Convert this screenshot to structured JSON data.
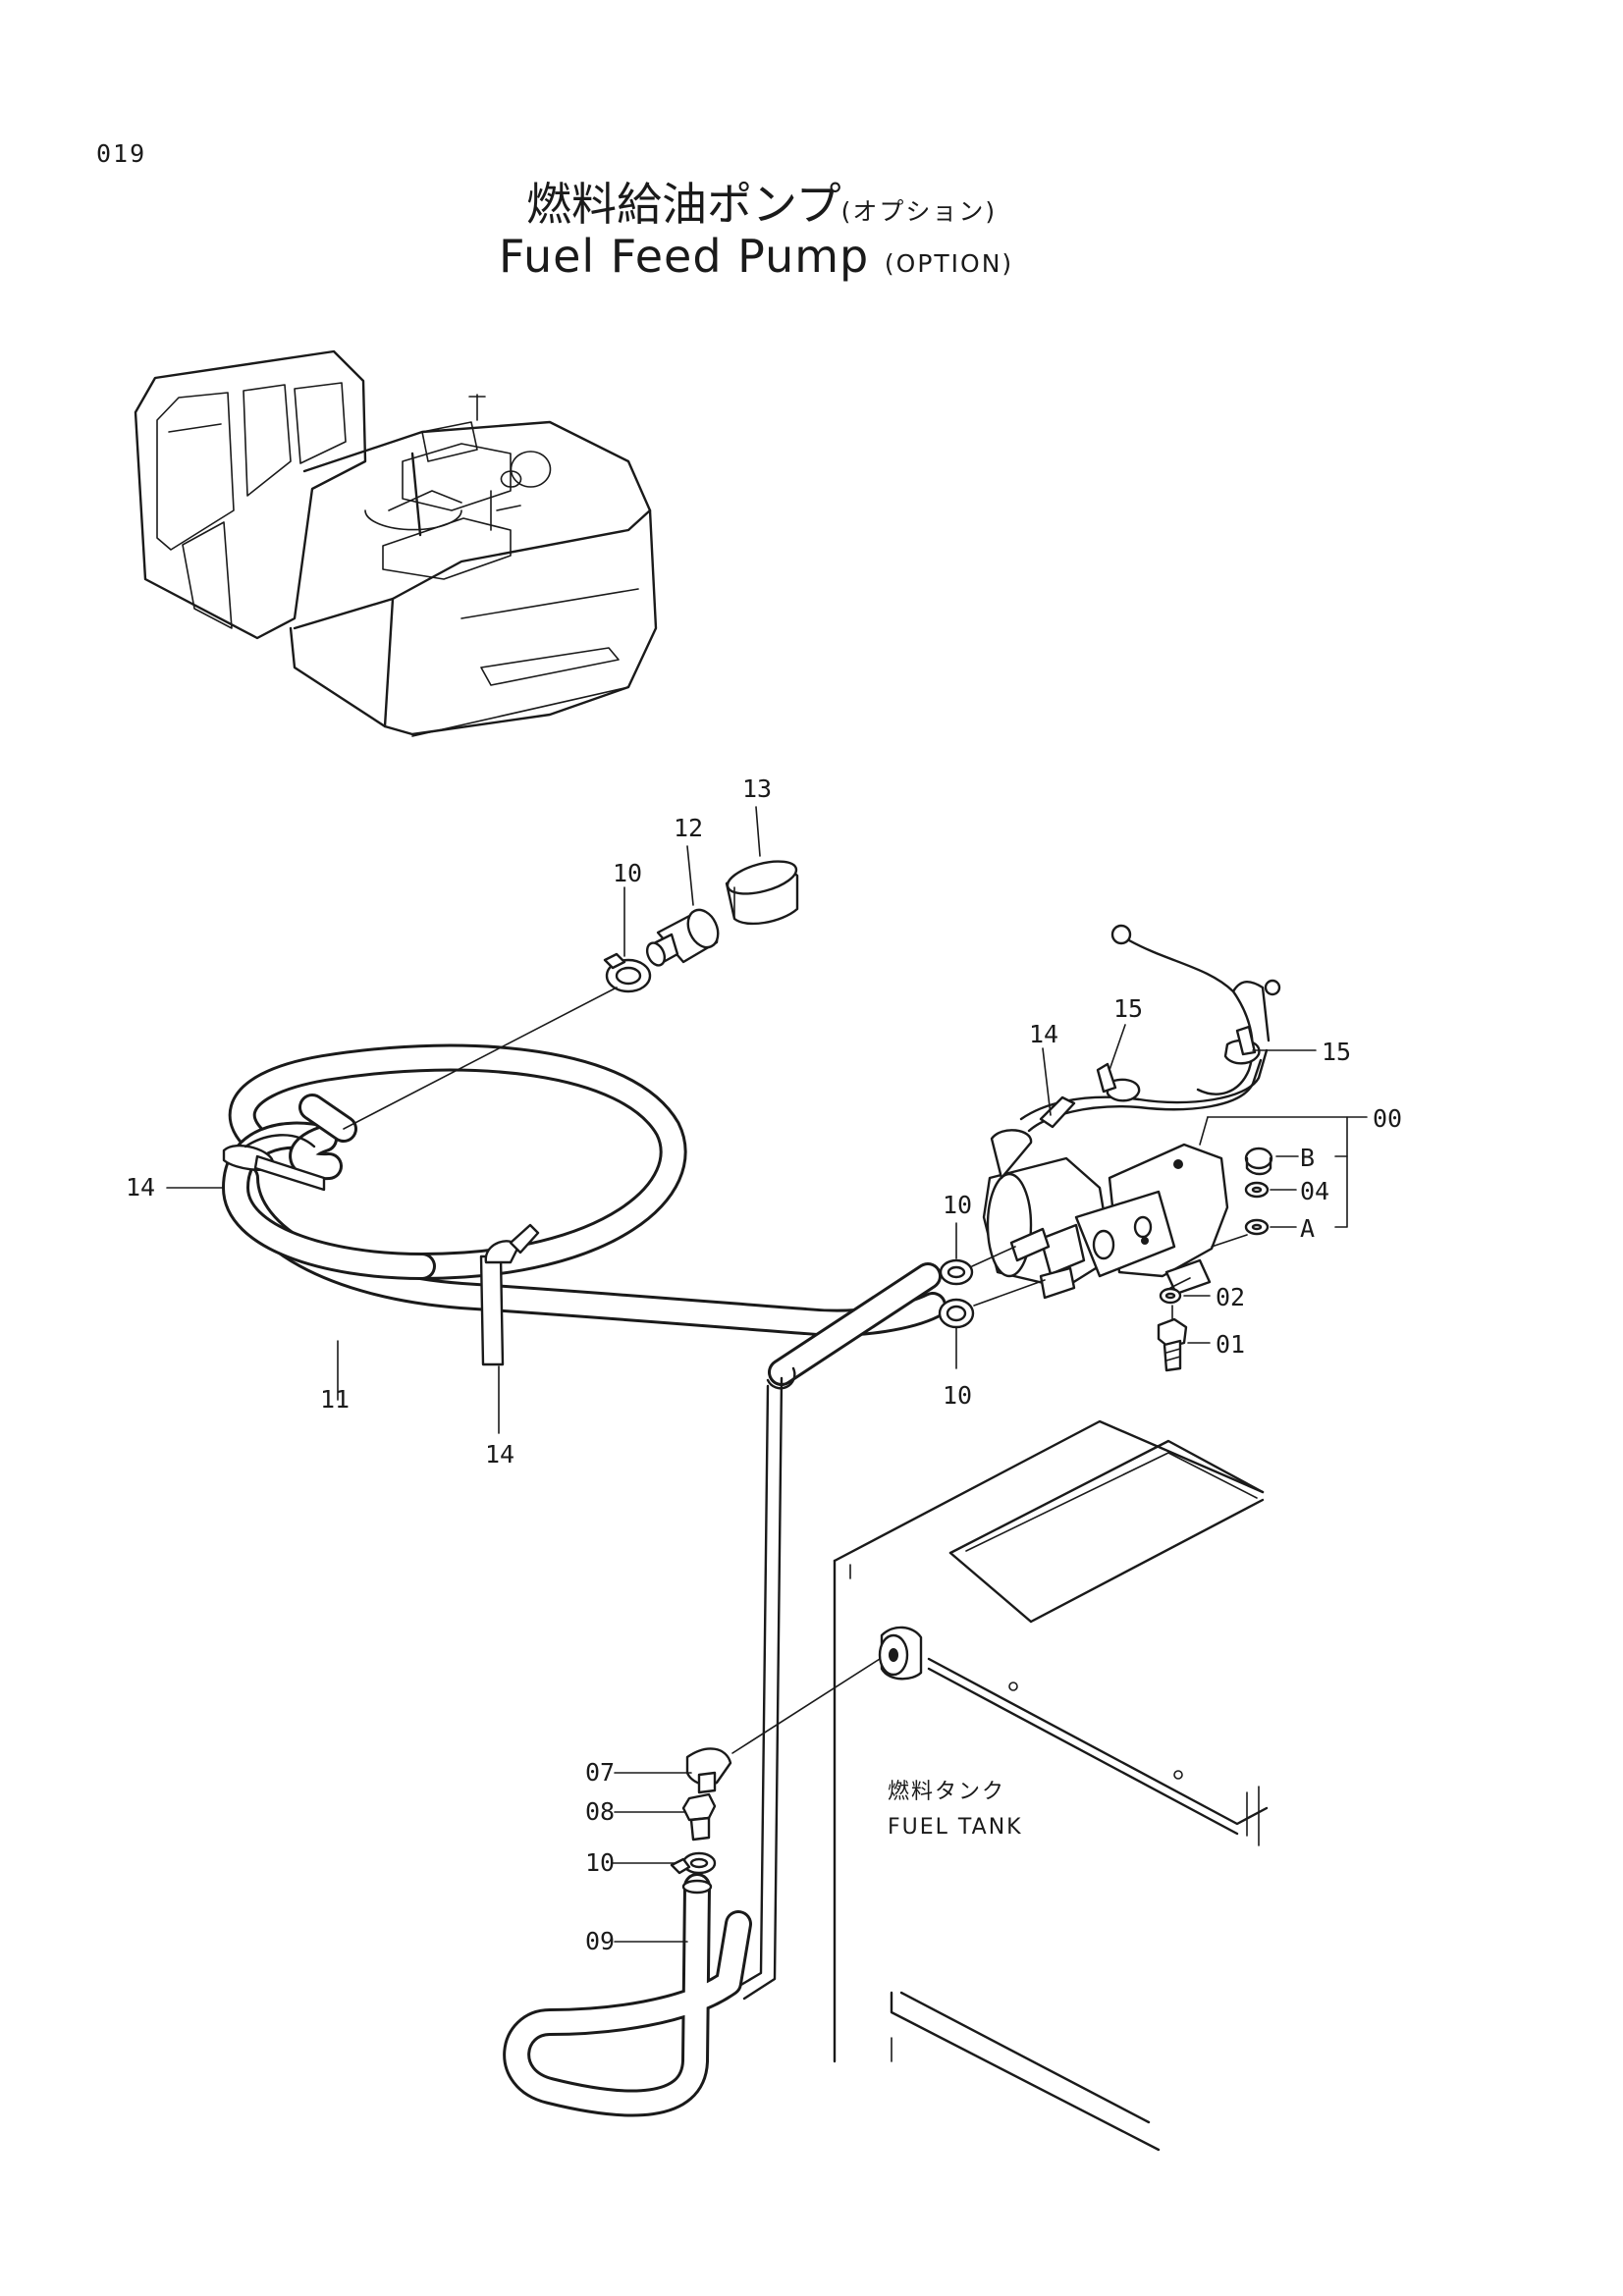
{
  "page_number": "019",
  "title": {
    "jp_main": "燃料給油ポンプ",
    "jp_sub": "(オプション)",
    "en_main": "Fuel Feed Pump",
    "en_sub": "(OPTION)"
  },
  "callouts": {
    "c00": "00",
    "c01": "01",
    "c02": "02",
    "c04": "04",
    "cA": "A",
    "cB": "B",
    "c07": "07",
    "c08": "08",
    "c09": "09",
    "c10_nozzle": "10",
    "c10_pump_upper": "10",
    "c10_pump_lower": "10",
    "c10_tank": "10",
    "c11": "11",
    "c12": "12",
    "c13": "13",
    "c14_coil": "14",
    "c14_bottom": "14",
    "c14_pump": "14",
    "c15_upper": "15",
    "c15_right": "15"
  },
  "tank_label": {
    "jp": "燃料タンク",
    "en": "FUEL TANK"
  }
}
